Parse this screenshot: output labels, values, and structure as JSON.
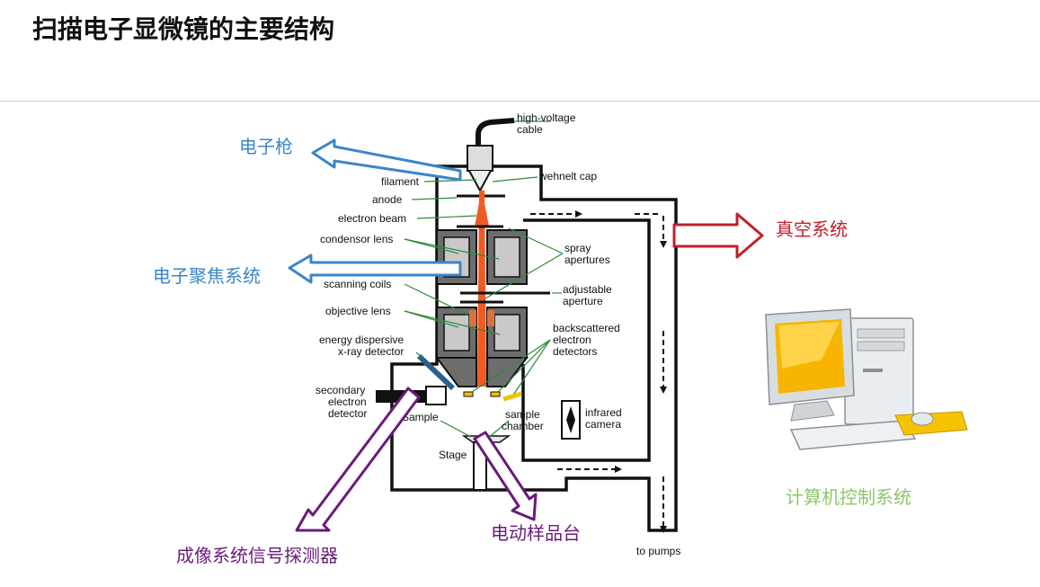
{
  "title": "扫描电子显微镜的主要结构",
  "callouts": {
    "electron_gun": {
      "text": "电子枪",
      "color": "#3a86c8"
    },
    "focus_system": {
      "text": "电子聚焦系统",
      "color": "#3a86c8"
    },
    "vacuum_system": {
      "text": "真空系统",
      "color": "#c0202a"
    },
    "computer_control": {
      "text": "计算机控制系统",
      "color": "#8cc66a"
    },
    "imaging_detector": {
      "text": "成像系统信号探测器",
      "color": "#6a1b7a"
    },
    "motorized_stage": {
      "text": "电动样品台",
      "color": "#6a1b7a"
    }
  },
  "labels": {
    "high_voltage_1": "high-voltage",
    "high_voltage_2": "cable",
    "filament": "filament",
    "wehnelt_cap": "wehnelt cap",
    "anode": "anode",
    "electron_beam": "electron beam",
    "condensor_lens": "condensor lens",
    "spray_1": "spray",
    "spray_2": "apertures",
    "scanning_coils": "scanning coils",
    "adjustable_1": "adjustable",
    "adjustable_2": "aperture",
    "objective_lens": "objective lens",
    "backscattered_1": "backscattered",
    "backscattered_2": "electron",
    "backscattered_3": "detectors",
    "eds_1": "energy dispersive",
    "eds_2": "x-ray detector",
    "secondary_1": "secondary",
    "secondary_2": "electron",
    "secondary_3": "detector",
    "sample": "Sample",
    "sample_chamber_1": "sample",
    "sample_chamber_2": "chamber",
    "infrared_1": "infrared",
    "infrared_2": "camera",
    "stage": "Stage",
    "to_pumps": "to pumps"
  }
}
